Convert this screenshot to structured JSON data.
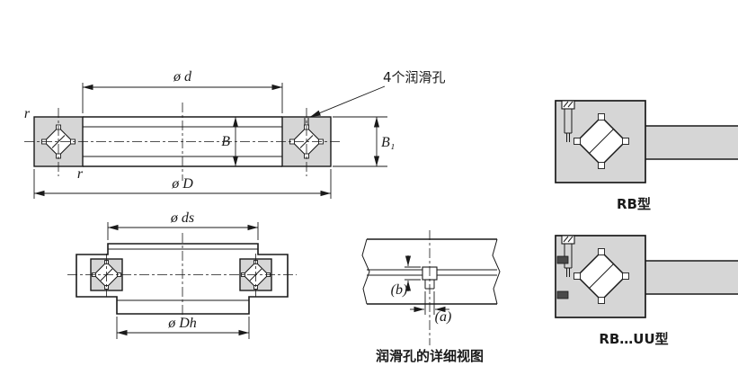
{
  "main_view": {
    "dim_bore": "ø d",
    "dim_outer": "ø D",
    "dim_width": "B",
    "dim_width1": "B₁",
    "fillet_top": "r",
    "fillet_bottom": "r",
    "lube_note": "4个润滑孔"
  },
  "mount_view": {
    "dim_spigot": "ø ds",
    "dim_housing": "ø Dh"
  },
  "hole_detail": {
    "dim_b": "(b)",
    "dim_a": "(a)",
    "caption": "润滑孔的详细视图"
  },
  "type_details": {
    "rb_label": "RB型",
    "rb_uu_label": "RB…UU型"
  },
  "colors": {
    "line": "#1a1a1a",
    "section_fill": "#d6d6d6",
    "background": "#ffffff"
  }
}
